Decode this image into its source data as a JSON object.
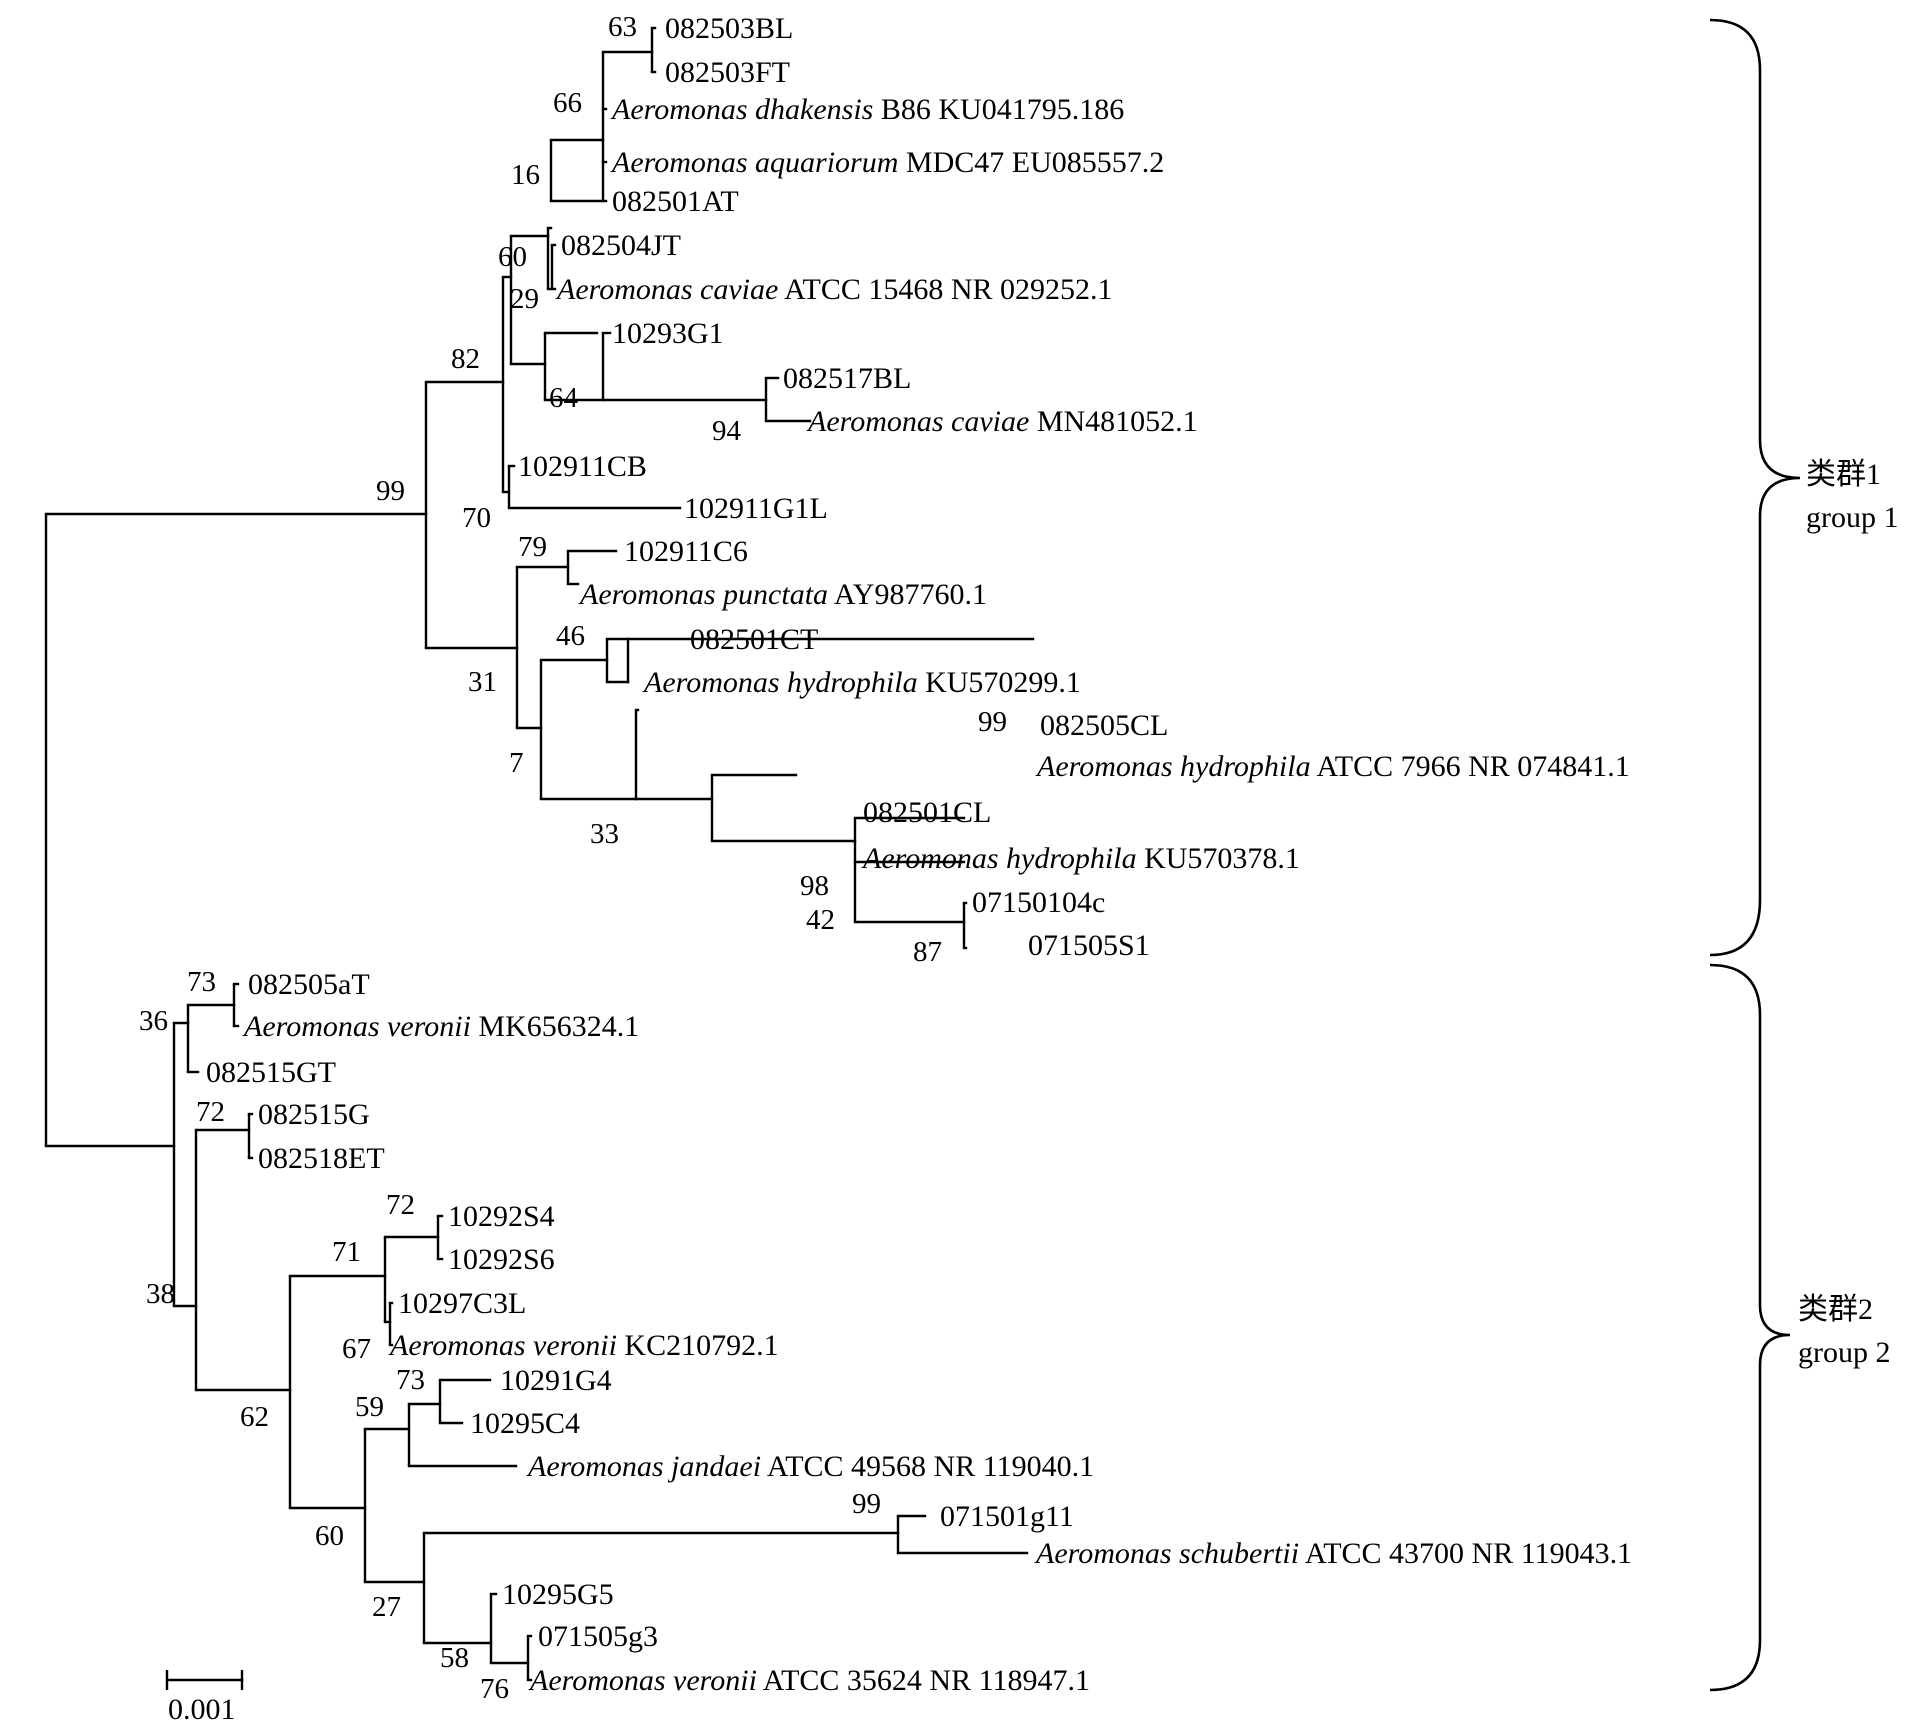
{
  "tree": {
    "taxa": {
      "t1": {
        "code": "082503BL"
      },
      "t2": {
        "code": "082503FT"
      },
      "t3": {
        "species": "Aeromonas dhakensis",
        "rest": " B86 KU041795.186"
      },
      "t4": {
        "species": "Aeromonas aquariorum",
        "rest": " MDC47 EU085557.2"
      },
      "t5": {
        "code": "082501AT"
      },
      "t6": {
        "code": "082504JT"
      },
      "t7": {
        "species": "Aeromonas caviae",
        "rest": " ATCC 15468 NR 029252.1"
      },
      "t8": {
        "code": "10293G1"
      },
      "t9": {
        "code": "082517BL"
      },
      "t10": {
        "species": "Aeromonas caviae",
        "rest": " MN481052.1"
      },
      "t11": {
        "code": "102911CB"
      },
      "t12": {
        "code": "102911G1L"
      },
      "t13": {
        "code": "102911C6"
      },
      "t14": {
        "species": "Aeromonas punctata",
        "rest": " AY987760.1"
      },
      "t15": {
        "code": "082501CT"
      },
      "t16": {
        "species": "Aeromonas hydrophila",
        "rest": " KU570299.1"
      },
      "t17": {
        "code": "082505CL"
      },
      "t18": {
        "species": "Aeromonas hydrophila",
        "rest": " ATCC 7966 NR 074841.1"
      },
      "t19": {
        "code": "082501CL"
      },
      "t20": {
        "species": "Aeromonas hydrophila",
        "rest": " KU570378.1"
      },
      "t21": {
        "code": "07150104c"
      },
      "t22": {
        "code": "071505S1"
      },
      "t23": {
        "code": "082505aT"
      },
      "t24": {
        "species": "Aeromonas veronii",
        "rest": " MK656324.1"
      },
      "t25": {
        "code": "082515GT"
      },
      "t26": {
        "code": "082515G"
      },
      "t27": {
        "code": "082518ET"
      },
      "t28": {
        "code": "10292S4"
      },
      "t29": {
        "code": "10292S6"
      },
      "t30": {
        "code": "10297C3L"
      },
      "t31": {
        "species": "Aeromonas veronii",
        "rest": " KC210792.1"
      },
      "t32": {
        "code": "10291G4"
      },
      "t33": {
        "code": "10295C4"
      },
      "t34": {
        "species": "Aeromonas jandaei",
        "rest": " ATCC 49568 NR 119040.1"
      },
      "t35": {
        "code": "071501g11"
      },
      "t36": {
        "species": "Aeromonas schubertii",
        "rest": " ATCC 43700 NR 119043.1"
      },
      "t37": {
        "code": "10295G5"
      },
      "t38": {
        "code": "071505g3"
      },
      "t39": {
        "species": "Aeromonas veronii",
        "rest": " ATCC 35624 NR 118947.1"
      }
    },
    "bootstrap": {
      "b63": "63",
      "b66": "66",
      "b16": "16",
      "b60a": "60",
      "b29": "29",
      "b64": "64",
      "b94": "94",
      "b82": "82",
      "b99a": "99",
      "b70": "70",
      "b79": "79",
      "b46": "46",
      "b31": "31",
      "b99b": "99",
      "b7": "7",
      "b33": "33",
      "b98": "98",
      "b42": "42",
      "b87": "87",
      "b73a": "73",
      "b36": "36",
      "b72a": "72",
      "b38": "38",
      "b72b": "72",
      "b71": "71",
      "b67": "67",
      "b73b": "73",
      "b59": "59",
      "b62": "62",
      "b99c": "99",
      "b60b": "60",
      "b27": "27",
      "b58": "58",
      "b76": "76"
    },
    "scale_bar": {
      "label": "0.001",
      "value": 0.001
    },
    "groups": [
      {
        "label_zh": "类群1",
        "label_en": "group 1"
      },
      {
        "label_zh": "类群2",
        "label_en": "group 2"
      }
    ]
  }
}
